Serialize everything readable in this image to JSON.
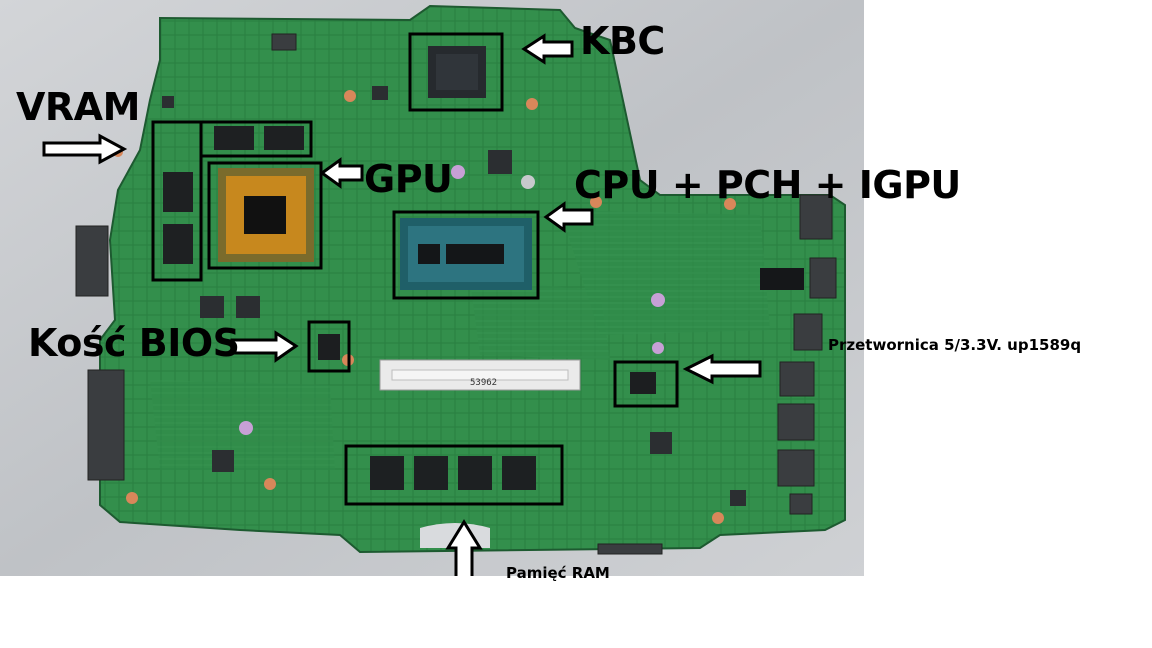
{
  "labels": {
    "vram": "VRAM",
    "kbc": "KBC",
    "gpu": "GPU",
    "cpu": "CPU + PCH  + IGPU",
    "bios": "Kość BIOS",
    "converter": "Przetwornica 5/3.3V. up1589q",
    "ram": "Pamięć RAM"
  },
  "board_markings": {
    "dimm_code": "53962"
  },
  "colors": {
    "pcb": "#2f8c4a",
    "pcb_dark": "#1f6b38",
    "background_cloth": "#c9ccd0",
    "outline": "#000000"
  }
}
